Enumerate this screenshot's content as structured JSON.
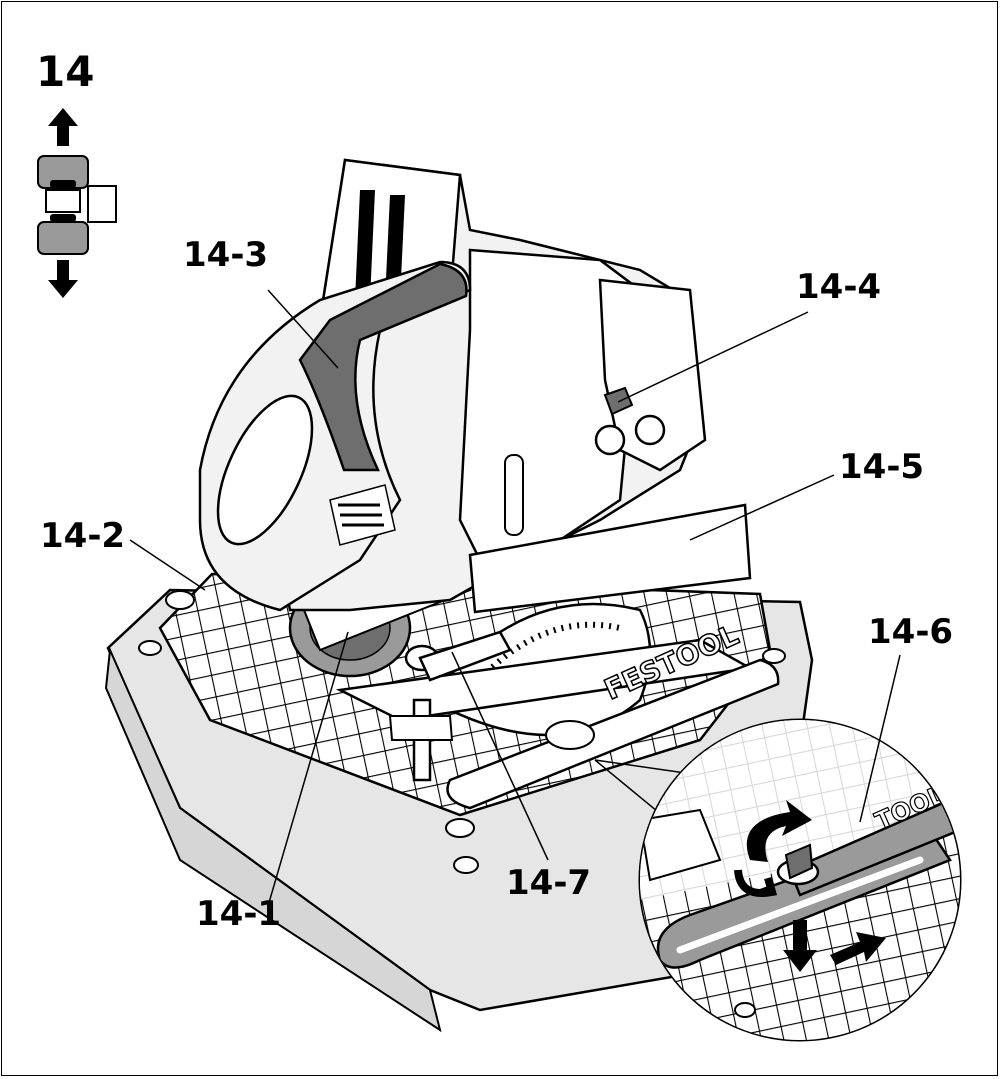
{
  "figure": {
    "number": "14",
    "brand_text": "FESTOOL",
    "zoom_brand_text": "TOOL"
  },
  "callouts": [
    {
      "id": "14-1",
      "text": "14-1"
    },
    {
      "id": "14-2",
      "text": "14-2"
    },
    {
      "id": "14-3",
      "text": "14-3"
    },
    {
      "id": "14-4",
      "text": "14-4"
    },
    {
      "id": "14-5",
      "text": "14-5"
    },
    {
      "id": "14-6",
      "text": "14-6"
    },
    {
      "id": "14-7",
      "text": "14-7"
    }
  ],
  "colors": {
    "line": "#000000",
    "highlight_dark": "#6e6e6e",
    "highlight_mid": "#9a9a9a",
    "base_fill": "#e6e6e6",
    "tool_fill": "#f2f2f2"
  },
  "icons": [
    "arrow-up-icon",
    "arrow-down-icon",
    "clamp-symbol-icon",
    "rotate-arrow-icon",
    "push-arrow-icon"
  ]
}
